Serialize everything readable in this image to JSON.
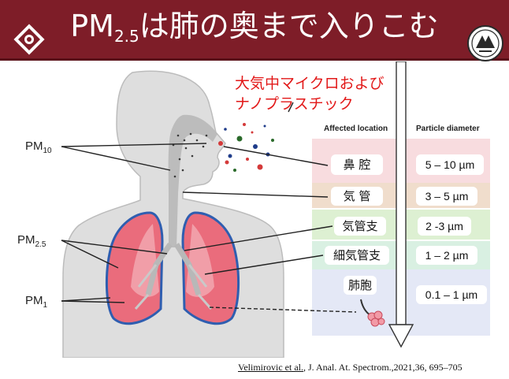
{
  "header": {
    "title_pre": "PM",
    "title_sub": "2.5",
    "title_post": "は肺の奥まで入りこむ"
  },
  "plastics_note": {
    "line1": "大気中マイクロおよび",
    "line2": "ナノプラスチック"
  },
  "pm_labels": [
    {
      "main": "PM",
      "sub": "10"
    },
    {
      "main": "PM",
      "sub": "2.5"
    },
    {
      "main": "PM",
      "sub": "1"
    }
  ],
  "columns": {
    "location": "Affected location",
    "diameter": "Particle diameter"
  },
  "rows": [
    {
      "location": "鼻 腔",
      "diameter": "5 – 10 µm"
    },
    {
      "location": "気 管",
      "diameter": "3 – 5 µm"
    },
    {
      "location": "気管支",
      "diameter": "2 -3 µm"
    },
    {
      "location": "細気管支",
      "diameter": "1 – 2 µm"
    },
    {
      "location": "肺胞",
      "diameter": "0.1 – 1 µm"
    }
  ],
  "citation": {
    "authors": "Velimirovic et al.",
    "rest": ", J. Anal. At. Spectrom.,2021,36, 695–705"
  },
  "colors": {
    "header": "#7e1d28",
    "note": "#e21818",
    "lungs": "#e05a6a",
    "airway": "#b9b9b9"
  },
  "icons": [
    "hexagon-emblem-icon",
    "university-seal-icon",
    "down-arrow-icon"
  ]
}
